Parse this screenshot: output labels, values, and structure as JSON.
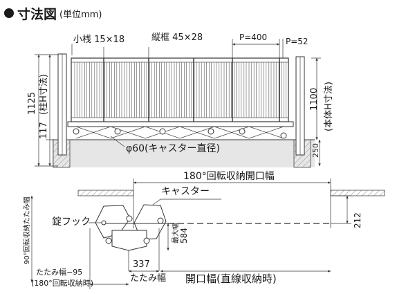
{
  "header": {
    "title": "寸法図",
    "unit": "(単位mm)"
  },
  "elevation": {
    "rail_label": "小桟 15×18",
    "stile_label": "縦框 45×28",
    "pitch_large": "P=400",
    "pitch_small": "P=52",
    "height_post": "1125",
    "height_post_note": "(柱H寸法)",
    "height_gap": "117",
    "height_body": "1100",
    "height_body_note": "(本体H寸法)",
    "foundation": "250",
    "caster": "φ60(キャスター直径)"
  },
  "plan": {
    "rotate_opening": "180°回転収納開口幅",
    "caster_label": "キャスター",
    "lock_hook": "錠フック",
    "max_width_line1": "最大幅",
    "max_width_value": "584",
    "offset_right": "212",
    "fold_value": "337",
    "fold_width": "たたみ幅",
    "opening_straight": "開口幅(直線収納時)",
    "left_vertical": "90°回転収納たたみ幅",
    "fold_minus": "たたみ幅−95",
    "fold_minus_note": "(180°回転収納時)"
  },
  "colors": {
    "ink": "#1a1a1a",
    "ground": "#e6e6e6",
    "hatch": "#999999"
  }
}
